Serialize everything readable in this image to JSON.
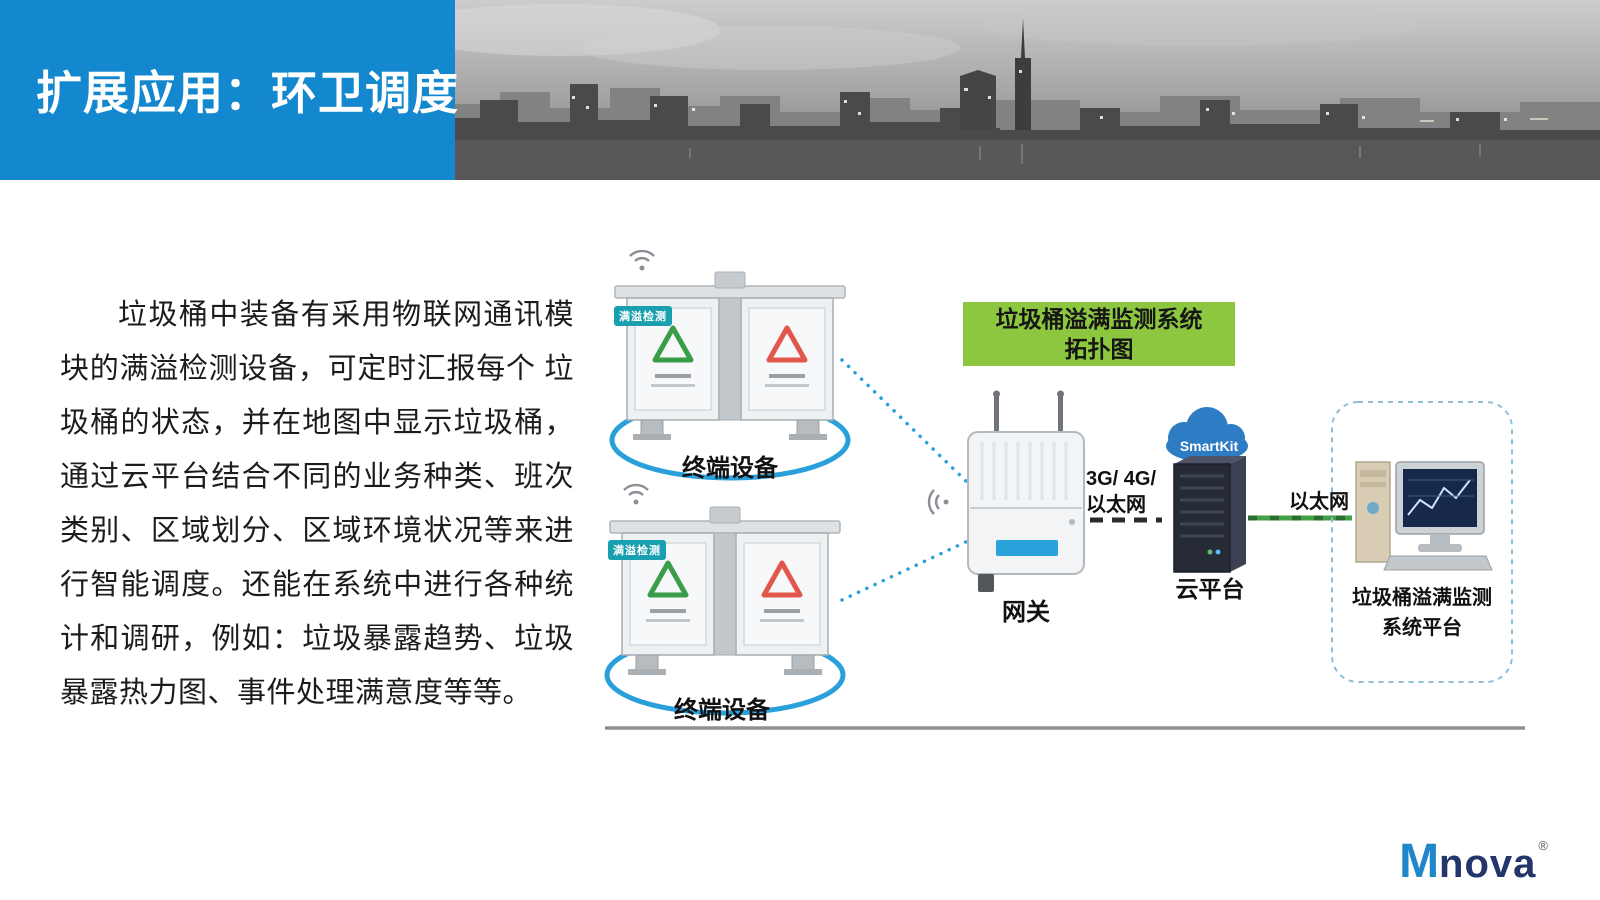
{
  "slide": {
    "title": "扩展应用：环卫调度",
    "body_text": "垃圾桶中装备有采用物联网通讯模块的满溢检测设备，可定时汇报每个 垃圾桶的状态，并在地图中显示垃圾桶，通过云平台结合不同的业务种类、班次类别、区域划分、区域环境状况等来进行智能调度。还能在系统中进行各种统计和调研，例如：垃圾暴露趋势、垃圾暴露热力图、事件处理满意度等等。"
  },
  "diagram": {
    "title": {
      "line1": "垃圾桶溢满监测系统",
      "line2": "拓扑图"
    },
    "terminal_label": "终端设备",
    "sensor_badge": "满溢检测",
    "gateway_label": "网关",
    "cloud_name": "SmartKit",
    "cloud_platform_label": "云平台",
    "link_gateway_cloud": {
      "line1": "3G/ 4G/",
      "line2": "以太网"
    },
    "link_cloud_platform": "以太网",
    "platform_label": {
      "line1": "垃圾桶溢满监测",
      "line2": "系统平台"
    }
  },
  "footer": {
    "logo_m": "M",
    "logo_rest": "nova",
    "registered": "®"
  },
  "colors": {
    "header_blue": "#1488CE",
    "diagram_green": "#8DC63F",
    "link_blue": "#2AA0DB",
    "link_green": "#43A047",
    "badge_teal": "#1a9fae",
    "cloud_blue": "#2E7CC4"
  }
}
